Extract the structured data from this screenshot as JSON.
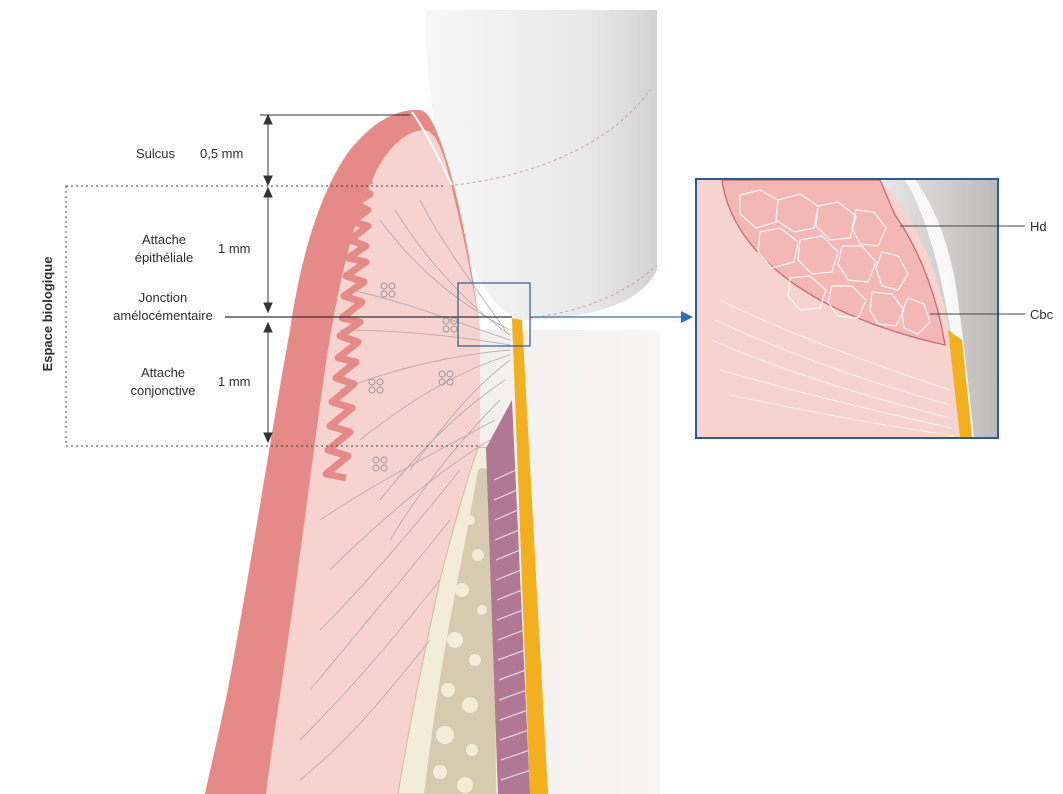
{
  "labels": {
    "sulcus": "Sulcus",
    "sulcus_mm": "0,5 mm",
    "attache_epi_1": "Attache",
    "attache_epi_2": "épithéliale",
    "attache_epi_mm": "1 mm",
    "jonction_1": "Jonction",
    "jonction_2": "amélocémentaire",
    "attache_conj_1": "Attache",
    "attache_conj_2": "conjonctive",
    "attache_conj_mm": "1 mm",
    "espace_biologique": "Espace biologique",
    "hd": "Hd",
    "cbc": "Cbc"
  },
  "colors": {
    "gingiva_outer": "#e58a86",
    "gingiva_inner": "#f6d3cf",
    "enamel": "#ececec",
    "root": "#f4f1ee",
    "cementum": "#f2b01e",
    "bone_cortical": "#f3ecd8",
    "bone_marrow": "#d6cbb0",
    "ligament": "#b07894",
    "frame_blue": "#2f5a8f",
    "arrow_blue": "#2f6fb5"
  }
}
